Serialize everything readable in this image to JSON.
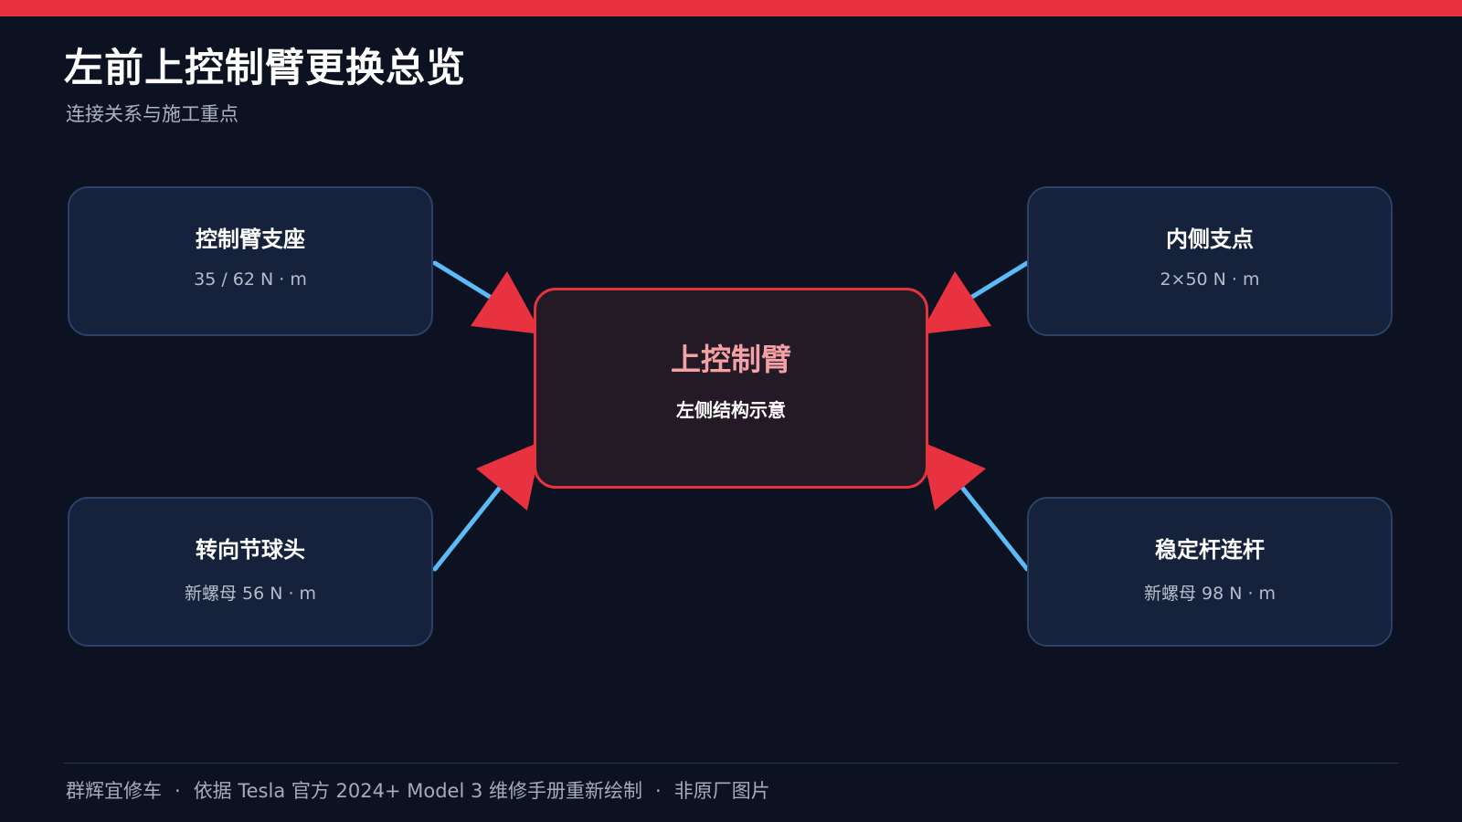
{
  "header": {
    "title": "左前上控制臂更换总览",
    "subtitle": "连接关系与施工重点"
  },
  "center": {
    "title": "上控制臂",
    "subtitle": "左侧结构示意"
  },
  "nodes": [
    {
      "title": "控制臂支座",
      "value": "35 / 62 N · m"
    },
    {
      "title": "内侧支点",
      "value": "2×50 N · m"
    },
    {
      "title": "转向节球头",
      "value": "新螺母 56 N · m"
    },
    {
      "title": "稳定杆连杆",
      "value": "新螺母 98 N · m"
    }
  ],
  "footer": {
    "brand": "群辉宜修车",
    "source": "依据 Tesla 官方 2024+ Model 3 维修手册重新绘制",
    "note": "非原厂图片",
    "separator": "·"
  },
  "colors": {
    "background": "#0c1222",
    "accent_red": "#e8323f",
    "connector_blue": "#5bbcf5",
    "node_fill": "#16223b",
    "node_border": "#2c4166",
    "center_title": "#f3a1a6"
  }
}
